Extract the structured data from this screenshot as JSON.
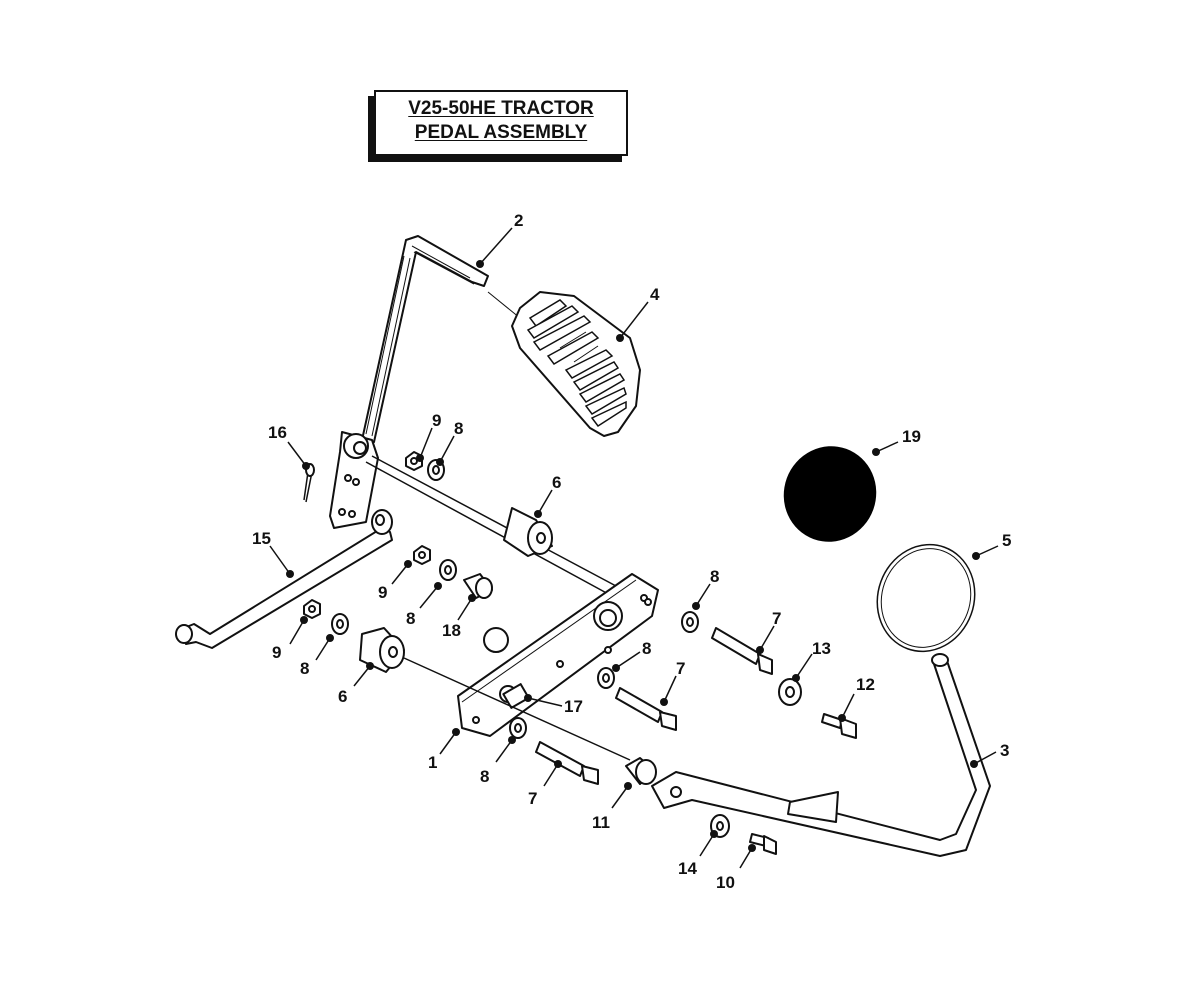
{
  "title": {
    "line1": "V25-50HE TRACTOR",
    "line2": "PEDAL ASSEMBLY"
  },
  "callouts": {
    "c1": "1",
    "c2": "2",
    "c3": "3",
    "c4": "4",
    "c5": "5",
    "c6a": "6",
    "c6b": "6",
    "c7a": "7",
    "c7b": "7",
    "c7c": "7",
    "c8a": "8",
    "c8b": "8",
    "c8c": "8",
    "c8d": "8",
    "c8e": "8",
    "c8f": "8",
    "c9a": "9",
    "c9b": "9",
    "c9c": "9",
    "c10": "10",
    "c11": "11",
    "c12": "12",
    "c13": "13",
    "c14": "14",
    "c15": "15",
    "c16": "16",
    "c17": "17",
    "c18": "18",
    "c19": "19"
  }
}
